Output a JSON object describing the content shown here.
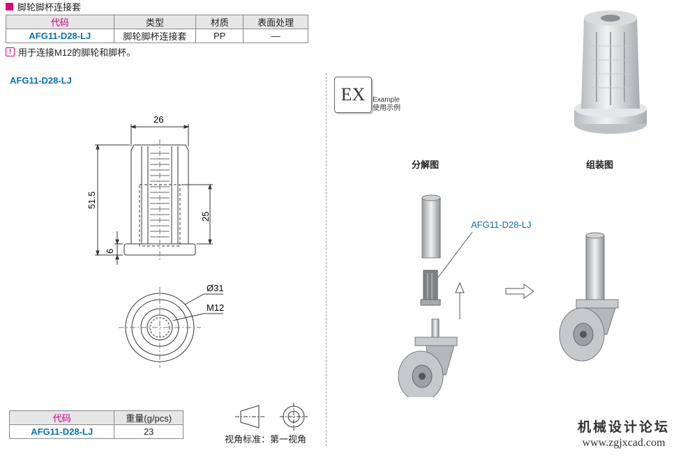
{
  "header": {
    "title": "脚轮脚杯连接套"
  },
  "spec_table": {
    "headers": [
      "代码",
      "类型",
      "材质",
      "表面处理"
    ],
    "row": [
      "AFG11-D28-LJ",
      "脚轮脚杯连接套",
      "PP",
      "—"
    ]
  },
  "note": "用于连接M12的脚轮和脚杯。",
  "model_heading": "AFG11-D28-LJ",
  "drawing": {
    "dim_width": "26",
    "dim_height": "51.5",
    "dim_inner": "25",
    "dim_base": "6",
    "dim_diameter": "Ø31",
    "dim_thread": "M12"
  },
  "weight_table": {
    "headers": [
      "代码",
      "重量(g/pcs)"
    ],
    "row": [
      "AFG11-D28-LJ",
      "23"
    ]
  },
  "view_standard": "视角标准：第一视角",
  "example": {
    "badge": "EX",
    "line1": "Example",
    "line2": "使用示例"
  },
  "labels": {
    "exploded": "分解图",
    "assembled": "组装图",
    "part_callout": "AFG11-D28-LJ"
  },
  "watermark": {
    "line1": "机械设计论坛",
    "line2": "www.zgjxcad.com"
  },
  "colors": {
    "accent_magenta": "#e2007a",
    "accent_blue": "#0b6fb3",
    "header_gray": "#e6e6e6"
  }
}
